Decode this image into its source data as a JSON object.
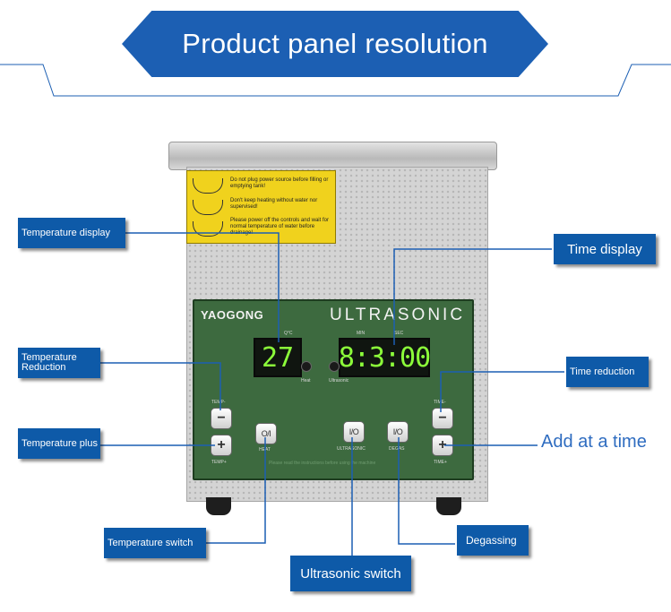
{
  "banner": {
    "title": "Product panel resolution"
  },
  "device": {
    "brand": "YAOGONG",
    "model_text": "ULTRASONIC",
    "temperature_reading": "27",
    "time_reading": "8:3:00",
    "temp_unit": "Q°C",
    "min_label": "MIN",
    "sec_label": "SEC",
    "heat_indicator": "Heat",
    "ultrasonic_indicator": "Ultrasonic",
    "temp_minus_label": "TEMP-",
    "temp_plus_label": "TEMP+",
    "time_minus_label": "TIME-",
    "time_plus_label": "TIME+",
    "heat_key": "O/I",
    "heat_label": "HEAT",
    "ultrasonic_key": "I/O",
    "ultrasonic_label": "ULTRASONIC",
    "degas_key": "I/O",
    "degas_label": "DEGAS",
    "footer_note": "Please read the instructions before using the machine",
    "warning": [
      "Do not plug power source before filling or emptying tank!",
      "Don't keep heating without water nor supervised!",
      "Please power off the controls and wait for normal temperature of water before drainage!"
    ]
  },
  "callouts": {
    "temperature_display": "Temperature display",
    "temperature_reduction": "Temperature Reduction",
    "temperature_plus": "Temperature plus",
    "temperature_switch": "Temperature switch",
    "time_display": "Time display",
    "time_reduction": "Time reduction",
    "add_at_a_time": "Add at a time",
    "degassing": "Degassing",
    "ultrasonic_switch": "Ultrasonic switch"
  }
}
